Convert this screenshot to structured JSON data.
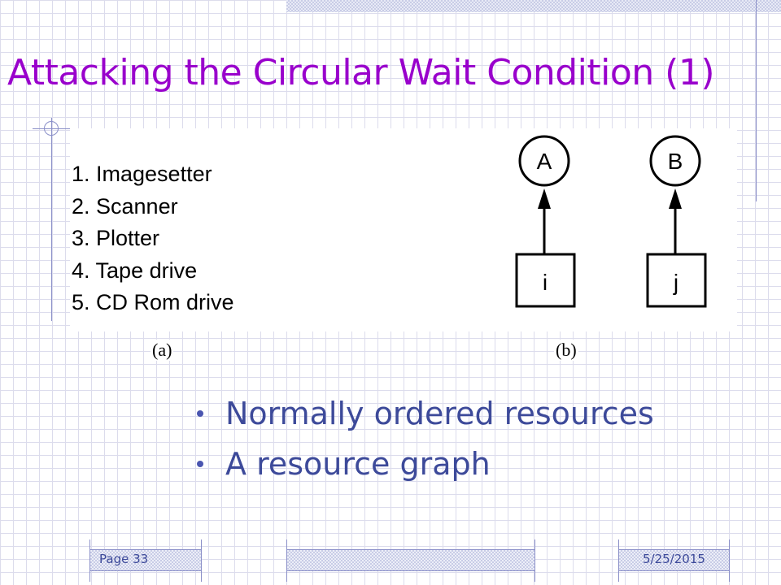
{
  "slide": {
    "title": "Attacking the Circular Wait Condition (1)",
    "resource_list": [
      "1. Imagesetter",
      "2. Scanner",
      "3. Plotter",
      "4. Tape drive",
      "5. CD Rom drive"
    ],
    "caption_a": "(a)",
    "caption_b": "(b)",
    "graph": {
      "resource_nodes": [
        "A",
        "B"
      ],
      "process_nodes": [
        "i",
        "j"
      ]
    },
    "bullets": [
      "Normally ordered resources",
      "A resource graph"
    ],
    "footer": {
      "page": "Page 33",
      "date": "5/25/2015"
    }
  },
  "colors": {
    "title": "#9900cc",
    "bullet_text": "#3d4a9a",
    "grid": "#dcdcec",
    "accent_line": "#8a8fc8"
  }
}
